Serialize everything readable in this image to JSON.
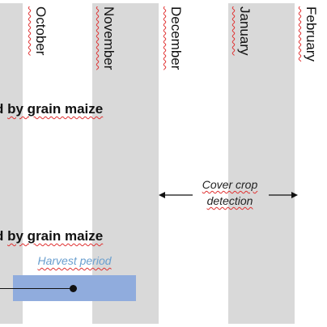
{
  "months": [
    "October",
    "November",
    "December",
    "January",
    "February"
  ],
  "rows": [
    {
      "label_clip": "d",
      "label_tail": "by grain maize"
    },
    {
      "label_clip": "d",
      "label_tail": "by grain maize"
    }
  ],
  "annotations": {
    "cover_crop_line1": "Cover crop",
    "cover_crop_line2": "detection",
    "harvest_period": "Harvest period"
  },
  "colors": {
    "band": "#d9d9d9",
    "harvest_bar": "#90acdd",
    "harvest_text": "#6a9fcf",
    "spellcheck_underline": "#e03030"
  }
}
